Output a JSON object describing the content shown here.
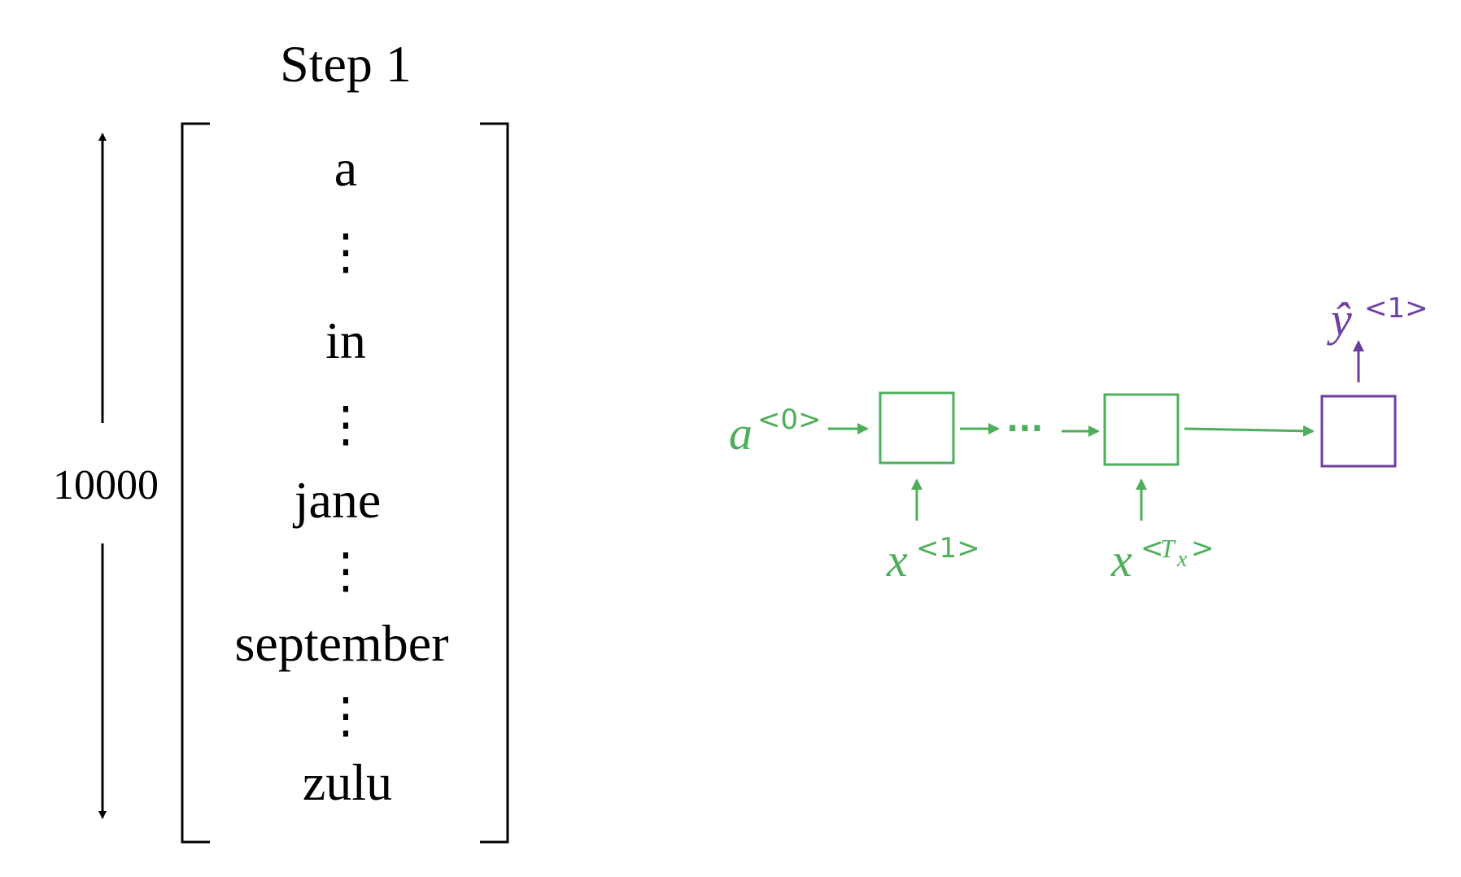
{
  "vocab": {
    "title": "Step 1",
    "size_label": "10000",
    "words": [
      "a",
      "in",
      "jane",
      "september",
      "zulu"
    ],
    "ellipsis_glyph": "⋮"
  },
  "rnn": {
    "a0": {
      "base": "a",
      "sup": "<0>"
    },
    "x1": {
      "base": "x",
      "sup": "<1>"
    },
    "xT": {
      "base": "x",
      "sup_open": "<",
      "sup_T": "T",
      "sup_sub": "x",
      "sup_close": ">"
    },
    "y1": {
      "base": "ŷ",
      "sup": "<1>"
    },
    "dots": "···"
  },
  "colors": {
    "text": "#000000",
    "green": "#4fae5c",
    "purple": "#6e3fa3"
  }
}
